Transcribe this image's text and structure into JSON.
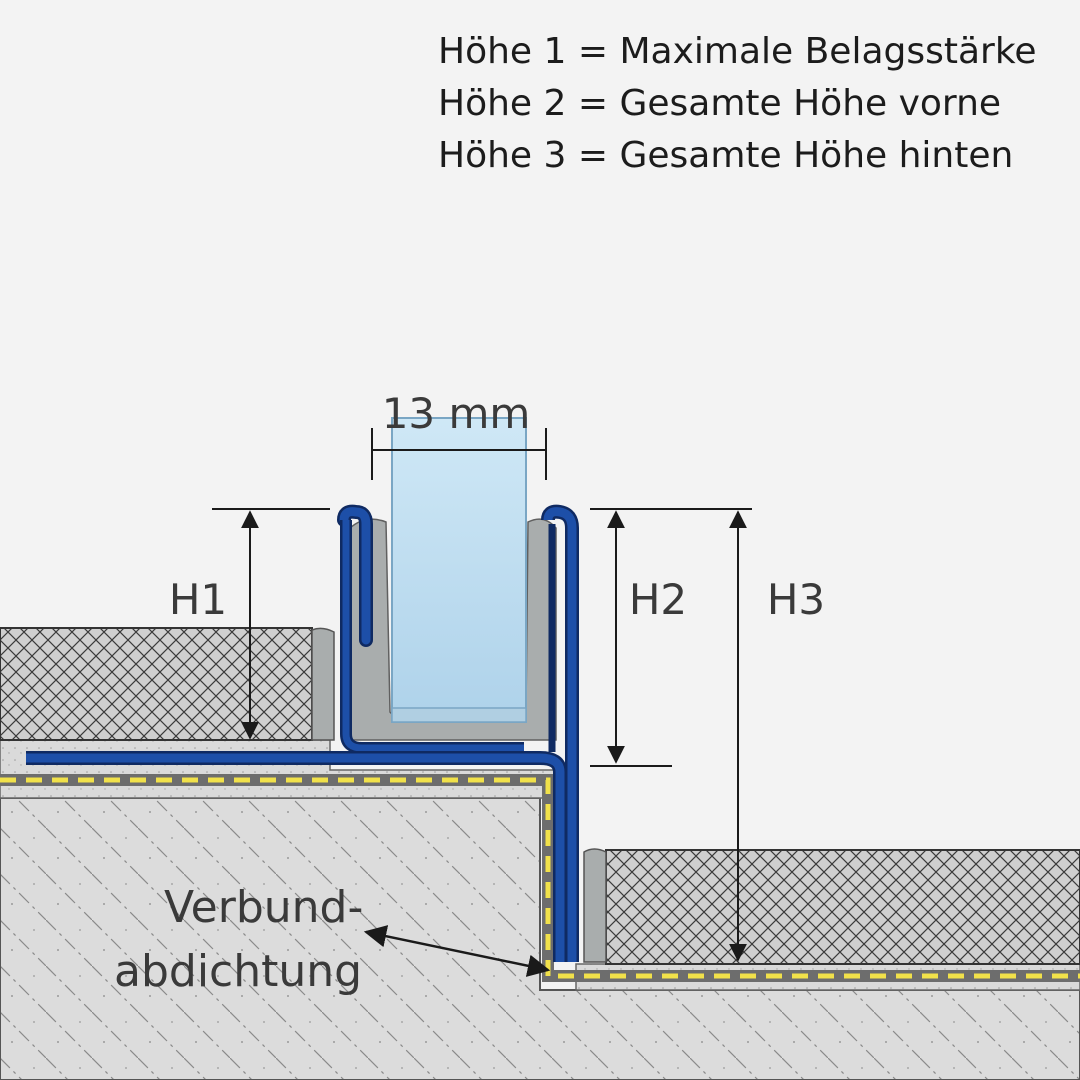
{
  "legend": [
    "Höhe 1 = Maximale Belagsstärke",
    "Höhe 2 = Gesamte Höhe vorne",
    "Höhe 3 = Gesamte Höhe hinten"
  ],
  "labels": {
    "width": "13 mm",
    "h1": "H1",
    "h2": "H2",
    "h3": "H3",
    "seal_line1": "Verbund-",
    "seal_line2": "abdichtung"
  },
  "colors": {
    "profile": "#1d4fa8",
    "profile_outline": "#0f2a62",
    "glass": "#b7d8ee",
    "sealant": "#f1e14a",
    "screed": "#d9d9d9",
    "tile": "#cfcfcf",
    "filler": "#a9adad"
  }
}
